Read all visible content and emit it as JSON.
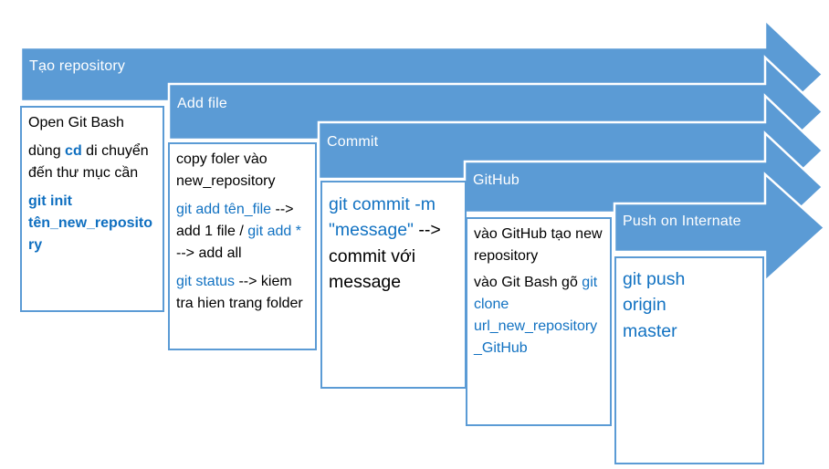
{
  "colors": {
    "arrow_fill": "#5b9bd5",
    "box_border": "#5b9bd5",
    "banner_text": "#ffffff",
    "body_text": "#000000",
    "command_text": "#1272c2"
  },
  "banners": [
    {
      "label": "Tạo repository"
    },
    {
      "label": "Add file"
    },
    {
      "label": "Commit"
    },
    {
      "label": "GitHub"
    },
    {
      "label": "Push on Internate"
    }
  ],
  "boxes": [
    {
      "step": "Tạo repository",
      "paragraphs": [
        {
          "segments": [
            {
              "t": "Open Git Bash"
            }
          ]
        },
        {
          "segments": [
            {
              "t": "dùng "
            },
            {
              "t": "cd"
            },
            {
              "t": " di chuyển đến thư mục cần"
            }
          ]
        },
        {
          "segments": [
            {
              "t": "git init tên_new_repository"
            }
          ]
        }
      ]
    },
    {
      "step": "Add file",
      "paragraphs": [
        {
          "segments": [
            {
              "t": "copy foler vào new_repository"
            }
          ]
        },
        {
          "segments": [
            {
              "t": "git add tên_file"
            },
            {
              "t": " --> add 1 file / "
            },
            {
              "t": "git add *"
            },
            {
              "t": " --> add all"
            }
          ]
        },
        {
          "segments": [
            {
              "t": "git status"
            },
            {
              "t": " --> kiem tra hien trang folder"
            }
          ]
        }
      ]
    },
    {
      "step": "Commit",
      "paragraphs": [
        {
          "segments": [
            {
              "t": "git commit -m \"message\""
            },
            {
              "t": " --> commit với message"
            }
          ]
        }
      ]
    },
    {
      "step": "GitHub",
      "paragraphs": [
        {
          "segments": [
            {
              "t": "vào GitHub tạo new repository"
            }
          ]
        },
        {
          "segments": [
            {
              "t": "vào Git Bash gõ "
            },
            {
              "t": "git clone url_new_repository_GitHub"
            }
          ]
        }
      ]
    },
    {
      "step": "Push on Internate",
      "paragraphs": [
        {
          "segments": [
            {
              "t": "git push origin master"
            }
          ]
        }
      ]
    }
  ]
}
